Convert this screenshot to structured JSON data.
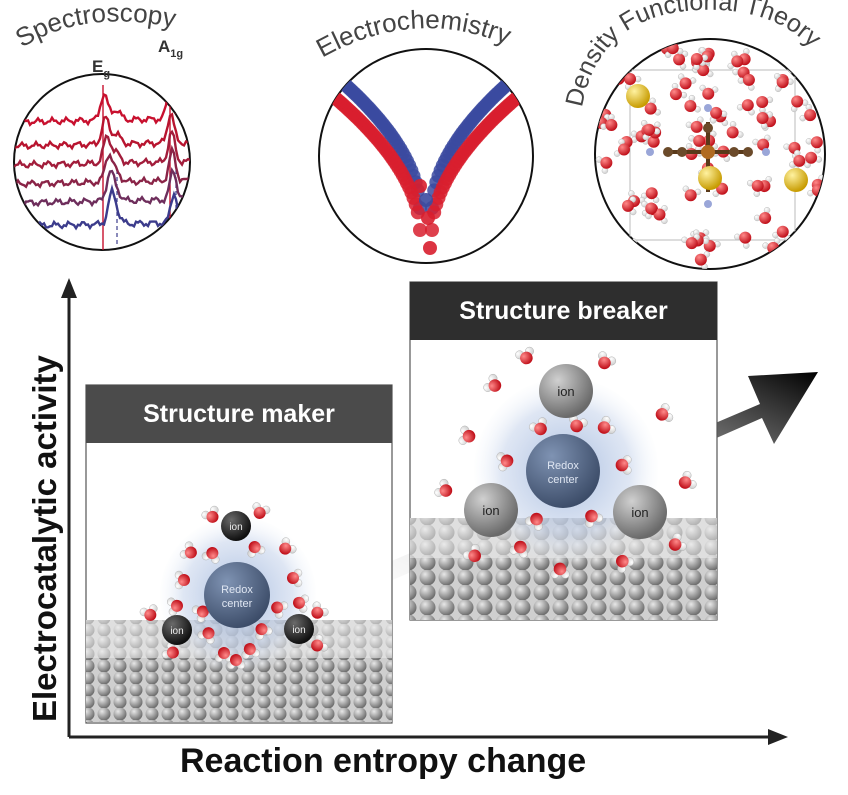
{
  "insets": {
    "spectroscopy": {
      "title": "Spectroscopy",
      "peak_left": "E",
      "peak_left_sub": "g",
      "peak_right": "A",
      "peak_right_sub": "1g"
    },
    "electrochemistry": {
      "title": "Electrochemistry"
    },
    "dft": {
      "title": "Density Functional Theory"
    }
  },
  "axes": {
    "x_title": "Reaction entropy change",
    "y_title": "Electrocatalytic activity"
  },
  "panels": {
    "maker": {
      "title": "Structure maker",
      "ion_label": "ion",
      "center_label_1": "Redox",
      "center_label_2": "center"
    },
    "breaker": {
      "title": "Structure breaker",
      "ion_label": "ion",
      "center_label_1": "Redox",
      "center_label_2": "center"
    }
  },
  "colors": {
    "spectra": [
      "#c8102e",
      "#b8142f",
      "#a21d3b",
      "#8a2447",
      "#6e2e5c",
      "#3c3c8c"
    ],
    "ec_red": "#d81e2e",
    "ec_blue": "#3b4aa0",
    "oxygen": "#e0202a",
    "metal_yellow": "#e8c21a"
  }
}
